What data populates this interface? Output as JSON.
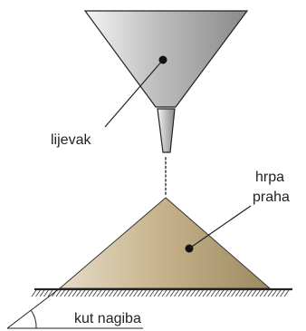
{
  "labels": {
    "funnel": "lijevak",
    "pile_line1": "hrpa",
    "pile_line2": "praha",
    "angle": "kut nagiba"
  },
  "icons": {
    "funnel": "funnel-shape",
    "pile": "powder-pile-triangle",
    "ground": "hatched-ground-surface",
    "angle": "angle-arc",
    "stream": "dotted-powder-stream",
    "pointer_dot": "filled-dot"
  },
  "colors": {
    "funnel_light": "#f4f4f4",
    "funnel_mid": "#bdbdbd",
    "funnel_dark": "#8a8a8a",
    "pile_light": "#e6dcc8",
    "pile_mid": "#c9b58e",
    "pile_dark": "#9e8a61",
    "outline": "#222222",
    "text": "#222222"
  }
}
